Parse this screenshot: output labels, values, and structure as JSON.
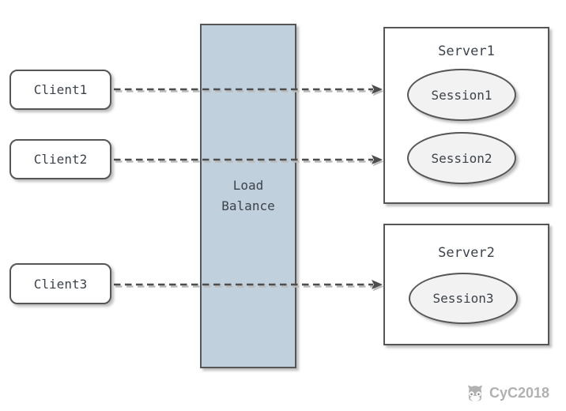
{
  "diagram": {
    "title_hint": "load balancing sticky session diagram",
    "clients": [
      {
        "label": "Client1"
      },
      {
        "label": "Client2"
      },
      {
        "label": "Client3"
      }
    ],
    "load_balancer": {
      "lines": [
        "Load",
        "Balance"
      ]
    },
    "servers": [
      {
        "title": "Server1",
        "sessions": [
          "Session1",
          "Session2"
        ]
      },
      {
        "title": "Server2",
        "sessions": [
          "Session3"
        ]
      }
    ],
    "connections": [
      {
        "from": "Client1",
        "to": "Server1",
        "style": "dashed-arrow"
      },
      {
        "from": "Client2",
        "to": "Server1",
        "style": "dashed-arrow"
      },
      {
        "from": "Client3",
        "to": "Server2",
        "style": "dashed-arrow"
      }
    ],
    "watermark": {
      "icon": "octocat-icon",
      "text": "CyC2018"
    },
    "colors": {
      "border": "#565656",
      "load_balancer_fill": "#c1d0dd",
      "session_fill": "#f2f2f2",
      "node_fill": "#ffffff",
      "text": "#3d434b",
      "arrow": "#4d4d4d",
      "arrow_shadow": "#c0c0c0",
      "watermark": "#b1b1b1",
      "background": "#ffffff"
    }
  }
}
